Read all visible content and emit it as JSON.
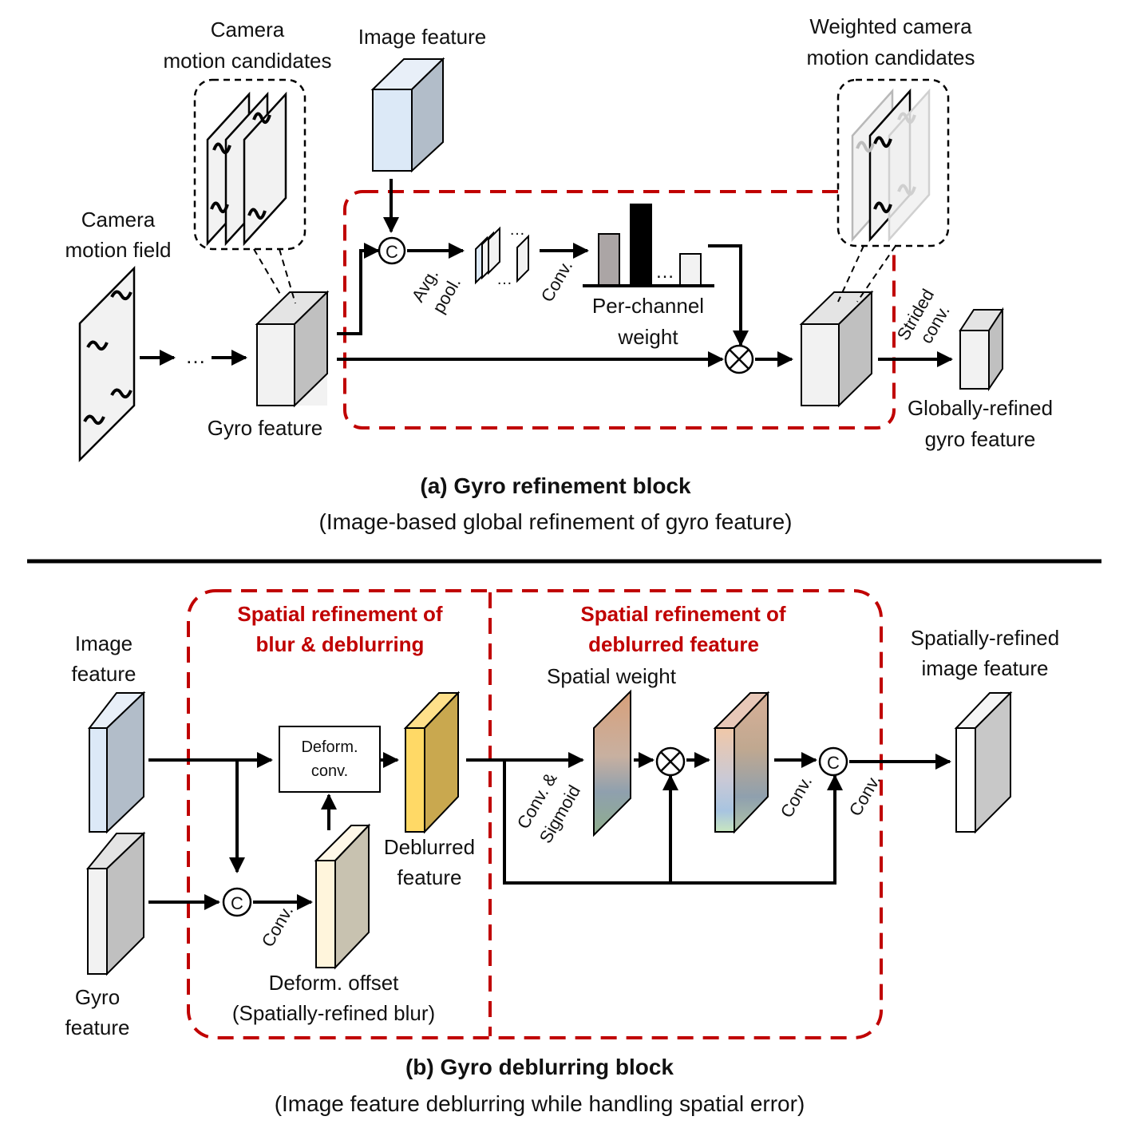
{
  "panel_a": {
    "title": "(a) Gyro refinement block",
    "subtitle": "(Image-based global refinement of gyro feature)",
    "labels": {
      "camera_motion_candidates": [
        "Camera",
        "motion candidates"
      ],
      "image_feature": "Image feature",
      "weighted_candidates": [
        "Weighted camera",
        "motion candidates"
      ],
      "camera_motion_field": [
        "Camera",
        "motion field"
      ],
      "gyro_feature": "Gyro feature",
      "avg_pool": [
        "Avg.",
        "pool."
      ],
      "conv": "Conv.",
      "per_channel_weight": [
        "Per-channel",
        "weight"
      ],
      "strided_conv": [
        "Strided",
        "conv."
      ],
      "globally_refined": [
        "Globally-refined",
        "gyro feature"
      ],
      "concat_symbol": "C",
      "ellipsis": "…"
    }
  },
  "panel_b": {
    "title": "(b) Gyro deblurring block",
    "subtitle": "(Image feature deblurring while handling spatial error)",
    "labels": {
      "image_feature": [
        "Image",
        "feature"
      ],
      "gyro_feature": [
        "Gyro",
        "feature"
      ],
      "section1_title": [
        "Spatial refinement of",
        "blur & deblurring"
      ],
      "section2_title": [
        "Spatial refinement of",
        "deblurred feature"
      ],
      "deform_conv": [
        "Deform.",
        "conv."
      ],
      "deblurred_feature": [
        "Deblurred",
        "feature"
      ],
      "conv": "Conv.",
      "deform_offset": [
        "Deform. offset",
        "(Spatially-refined blur)"
      ],
      "spatial_weight": "Spatial weight",
      "conv_sigmoid": [
        "Conv. &",
        "Sigmoid"
      ],
      "spatially_refined": [
        "Spatially-refined",
        "image feature"
      ],
      "concat_symbol": "C"
    }
  },
  "colors": {
    "accent_red": "#c00000",
    "image_feature_front": "#dce9f7",
    "image_feature_side": "#b2bdc9",
    "gyro_front": "#f2f2f2",
    "gyro_side": "#c0c0c0",
    "deblurred_front": "#ffd966",
    "deblurred_side": "#c9a84f",
    "offset_front": "#fff5dc",
    "offset_side": "#c8c2b0"
  }
}
